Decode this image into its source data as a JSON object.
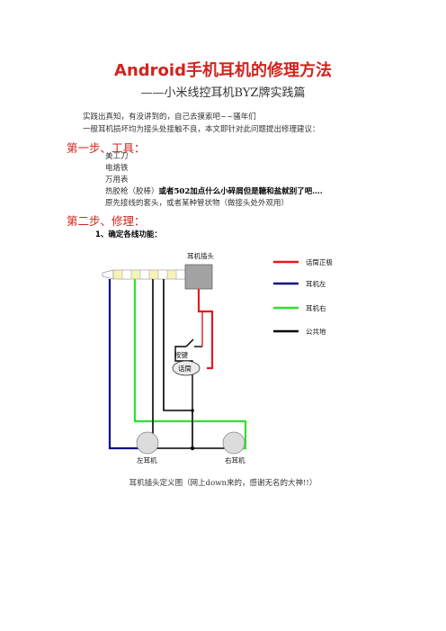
{
  "header": {
    "title": "Android手机耳机的修理方法",
    "subtitle": "——小米线控耳机BYZ牌实践篇"
  },
  "intro": {
    "line1": "实践出真知，有没讲到的，自己去摸索吧~~骚年们",
    "line2": "一般耳机损坏均为接头处接触不良，本文即针对此问题提出修理建议："
  },
  "step1": {
    "heading": "第一步、工具：",
    "tools": [
      "美工刀",
      "电烙铁",
      "万用表",
      "热胶枪（胶棒）",
      "原先接线的套头，或者某种管状物（做接头处外观用）"
    ],
    "tool4_extra": "或者502加点什么小碎屑但是糖和盐就别了吧…."
  },
  "step2": {
    "heading": "第二步、修理：",
    "sub1": "1、确定各线功能："
  },
  "diagram": {
    "plug_label": "耳机插头",
    "button_label": "按键",
    "mic_label": "话筒",
    "left_ear_label": "左耳机",
    "right_ear_label": "右耳机",
    "legend": [
      {
        "label": "话筒正极",
        "color": "#e8191d"
      },
      {
        "label": "耳机左",
        "color": "#0a0a8c"
      },
      {
        "label": "耳机右",
        "color": "#2de22d"
      },
      {
        "label": "公共地",
        "color": "#000000"
      }
    ]
  },
  "caption": "耳机插头定义图（网上down来的，感谢无名的大神!!）"
}
